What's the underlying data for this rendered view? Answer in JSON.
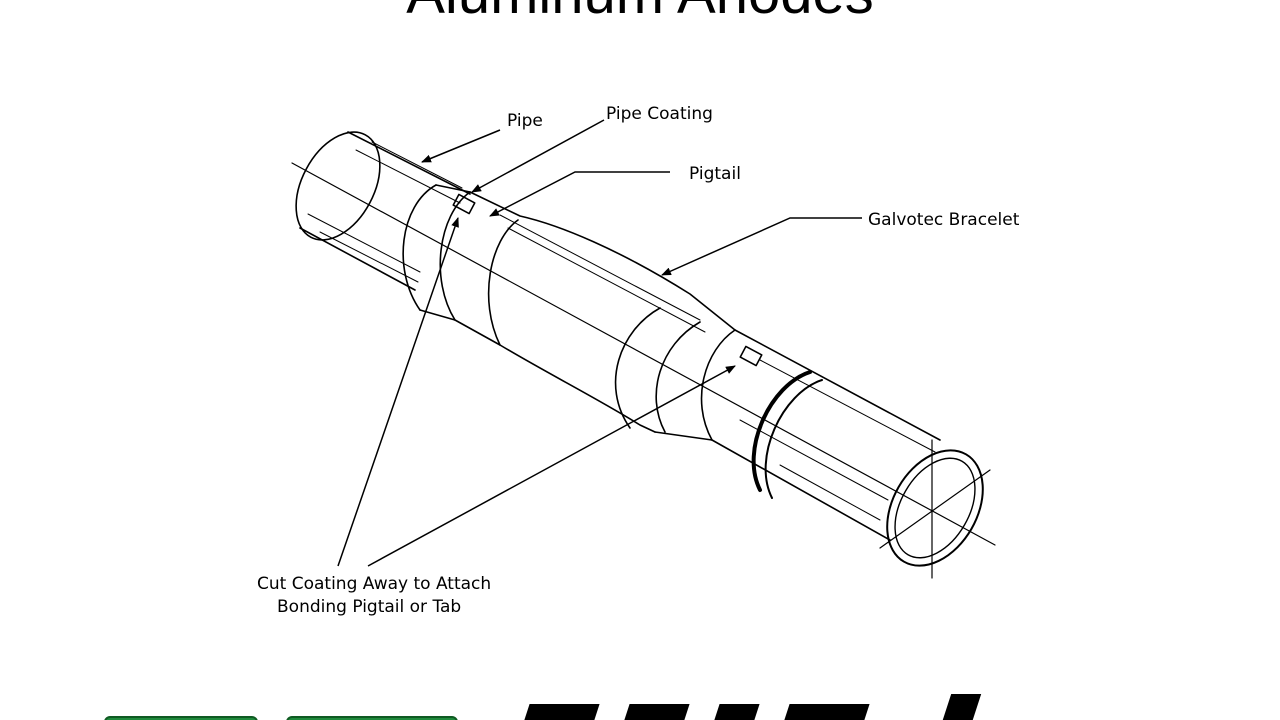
{
  "slide": {
    "title": "Aluminum Anodes"
  },
  "diagram": {
    "labels": {
      "pipe": "Pipe",
      "pipe_coating": "Pipe Coating",
      "pigtail": "Pigtail",
      "galvotec_bracelet": "Galvotec Bracelet",
      "cut_coating_line1": "Cut Coating Away to Attach",
      "cut_coating_line2": "Bonding Pigtail or Tab"
    }
  },
  "footer": {
    "brand_color": "#1f8a3c"
  }
}
